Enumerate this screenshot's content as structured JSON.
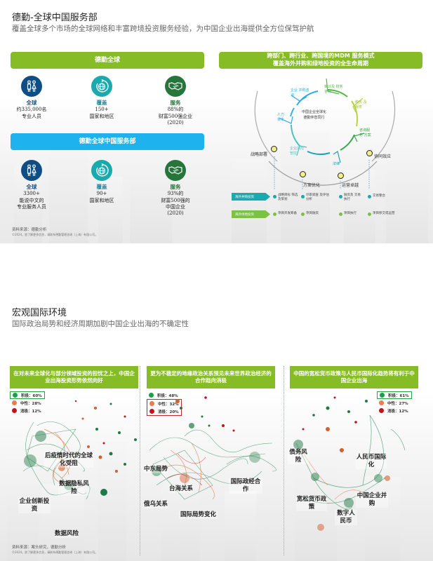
{
  "slide1": {
    "title": "德勤-全球中国服务部",
    "subtitle": "覆盖全球多个市场的全球网络和丰富跨境投资服务经验，为中国企业出海提供全方位保驾护航",
    "global_bar": "德勤全球",
    "global_stats": [
      {
        "icon": "people-icon",
        "label": "全球",
        "line1": "约335,000名",
        "line2": "专业人员",
        "line3": ""
      },
      {
        "icon": "globe-cycle-icon",
        "label": "覆盖",
        "line1": "150+",
        "line2": "国家和地区",
        "line3": ""
      },
      {
        "icon": "handshake-icon",
        "label": "服务",
        "line1": "88%的",
        "line2": "财富500强企业",
        "line3": "(2020)"
      }
    ],
    "china_bar": "德勤全球中国服务部",
    "china_stats": [
      {
        "icon": "people-icon",
        "label": "全球",
        "line1": "3300+",
        "line2": "能说中文的",
        "line3": "专业服务人员",
        "line4": ""
      },
      {
        "icon": "globe-cycle-icon",
        "label": "覆盖",
        "line1": "90+",
        "line2": "国家和地区",
        "line3": "",
        "line4": ""
      },
      {
        "icon": "handshake-icon",
        "label": "服务",
        "line1": "93%的",
        "line2": "财富500强的",
        "line3": "中国企业",
        "line4": "(2020)"
      }
    ],
    "source_line1": "资料来源：德勤分析",
    "source_line2": "©2024。欲了解更多信息，请联系德勤管理咨询（上海）有限公司。",
    "mdm_bar_line1": "跨部门、跨行业、跨国境的MDM 服务模式",
    "mdm_bar_line2": "覆盖海外并购和绿地投资的全生命周期",
    "diagram": {
      "center_line1": "中国企业全球化",
      "center_line2": "德勤伴您同行",
      "segments": [
        "审计及 财务咨询",
        "税务 及服务",
        "咨询服务 方案",
        "法律",
        "企业风险 管控",
        "人力资本",
        "企业 并购咨询"
      ],
      "phases": [
        "战略部署",
        "方案优化",
        "运营卓越",
        "协同效应"
      ],
      "rows": [
        {
          "tag": "海外并购投资",
          "color": "#1aa9ad",
          "steps": [
            "战略目标 筛选及策划",
            "尽职调查 及评估分析",
            "融资及 交易执行",
            "交易整合"
          ]
        },
        {
          "tag": "海外绿地投资",
          "color": "#7cc142",
          "steps": [
            "项目开发筹备",
            "项目融资",
            "项目执行",
            "项目移交或运营"
          ]
        }
      ]
    }
  },
  "slide2": {
    "title": "宏观国际环境",
    "subtitle": "国际政治局势和经济周期加剧中国企业出海的不确定性",
    "source_line1": "资料来源：案头研究，德勤分析",
    "source_line2": "©2024。欲了解更多信息，请联系德勤管理咨询（上海）有限公司。",
    "legend_colors": {
      "positive": "#1f9d4a",
      "neutral": "#f07a4f",
      "negative": "#c0141a"
    },
    "panels": [
      {
        "header": "在对未来全球化与部分领域投资的担忧之上，中国企业出海投资形势依然向好",
        "legend": [
          {
            "label": "积极：60%",
            "highlighted": true
          },
          {
            "label": "中性：28%",
            "highlighted": false
          },
          {
            "label": "消极：12%",
            "highlighted": false
          }
        ],
        "topics": [
          "后疫情时代的全球化受阻",
          "数据隐私风险",
          "企业创新投资",
          "数据风险"
        ]
      },
      {
        "header": "更为不稳定的地缘政治关系预见未来世界政治经济的合作趋向消极",
        "legend": [
          {
            "label": "积极：48%",
            "highlighted": false
          },
          {
            "label": "中性：32%",
            "highlighted": true
          },
          {
            "label": "消极：20%",
            "highlighted": true
          }
        ],
        "topics": [
          "中东局势",
          "台海关系",
          "俄乌关系",
          "国际局势变化",
          "国际政经合作"
        ]
      },
      {
        "header": "中国的宽松货币政策与人民币国际化趋势将有利于中国企业出海",
        "legend": [
          {
            "label": "积极：61%",
            "highlighted": true
          },
          {
            "label": "中性：27%",
            "highlighted": false
          },
          {
            "label": "消极：12%",
            "highlighted": false
          }
        ],
        "topics": [
          "债务风险",
          "人民币国际化",
          "宽松货币政策",
          "中国企业并购",
          "数字人民币"
        ]
      }
    ]
  },
  "chart_data": [
    {
      "type": "pie",
      "title": "在对未来全球化与部分领域投资的担忧之上，中国企业出海投资形势依然向好",
      "categories": [
        "积极",
        "中性",
        "消极"
      ],
      "values": [
        60,
        28,
        12
      ]
    },
    {
      "type": "pie",
      "title": "更为不稳定的地缘政治关系预见未来世界政治经济的合作趋向消极",
      "categories": [
        "积极",
        "中性",
        "消极"
      ],
      "values": [
        48,
        32,
        20
      ]
    },
    {
      "type": "pie",
      "title": "中国的宽松货币政策与人民币国际化趋势将有利于中国企业出海",
      "categories": [
        "积极",
        "中性",
        "消极"
      ],
      "values": [
        61,
        27,
        12
      ]
    }
  ]
}
